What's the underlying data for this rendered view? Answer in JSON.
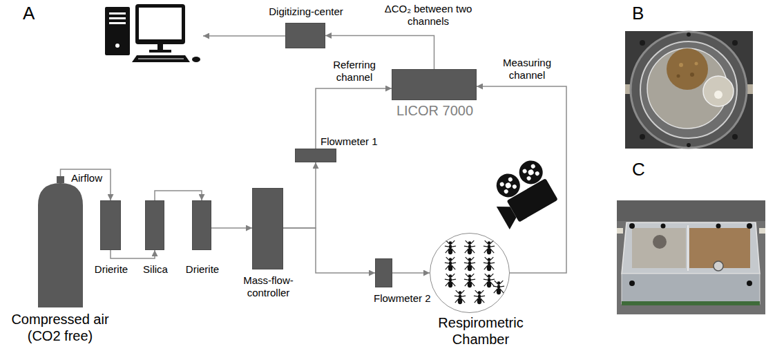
{
  "diagram": {
    "nodes": [
      {
        "text": [
          "Digitizing-center"
        ]
      },
      {
        "text": [
          "LICOR 7000"
        ]
      },
      {
        "text": [
          "Flowmeter 1"
        ]
      },
      {
        "text": [
          "Compressed air (CO2 free)"
        ]
      },
      {
        "text": [
          "Drierite"
        ]
      },
      {
        "text": [
          "Silica"
        ]
      },
      {
        "text": [
          "Drierite"
        ]
      },
      {
        "text": [
          "Mass-flow-controller"
        ]
      },
      {
        "text": [
          "Flowmeter 2"
        ]
      },
      {
        "text": [
          "Respirometric Chamber"
        ]
      }
    ],
    "edges": [
      {
        "from": 3,
        "to": 4,
        "arrow": "to",
        "label": "Airflow"
      },
      {
        "from": 4,
        "to": 5,
        "arrow": "to"
      },
      {
        "from": 5,
        "to": 6,
        "arrow": "to"
      },
      {
        "from": 6,
        "to": 7,
        "arrow": "to"
      },
      {
        "from": 7,
        "to": 2,
        "arrow": "to"
      },
      {
        "from": 7,
        "to": 8,
        "arrow": "to"
      },
      {
        "from": 8,
        "to": 9,
        "arrow": "to"
      },
      {
        "from": 2,
        "to": 1,
        "arrow": "to"
      },
      {
        "from": 9,
        "to": 1,
        "arrow": "to"
      },
      {
        "from": 1,
        "to": 0,
        "arrow": "to"
      }
    ],
    "labels": [
      "A",
      "ΔCO₂ between two channels",
      "Referring channel",
      "Measuring channel",
      "B",
      "C"
    ]
  }
}
